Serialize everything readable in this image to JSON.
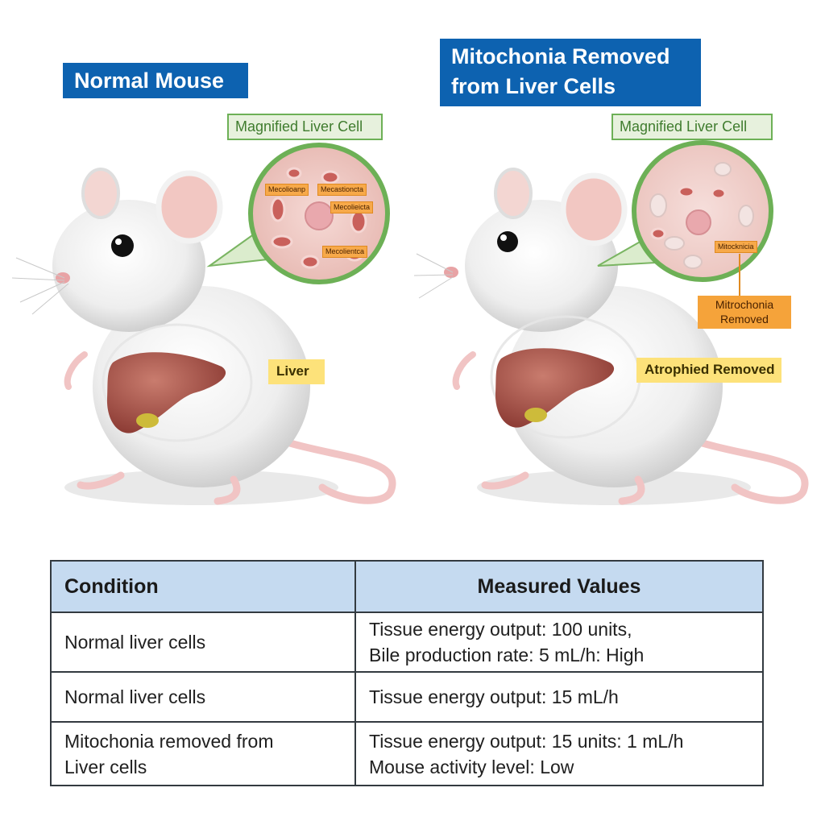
{
  "left_panel": {
    "title": "Normal Mouse",
    "magnified_label": "Magnified Liver Cell",
    "organ_label": "Liver",
    "cell_tags": [
      "Mecolioanp",
      "Mecastioncta",
      "Mecolieicta",
      "Mecolientca"
    ]
  },
  "right_panel": {
    "title_line1": "Mitochonia Removed",
    "title_line2": "from Liver Cells",
    "magnified_label": "Magnified Liver Cell",
    "organ_label": "Atrophied Removed",
    "cell_tag": "Mitocknicia",
    "callout_line1": "Mitrochonia",
    "callout_line2": "Removed"
  },
  "table": {
    "headers": [
      "Condition",
      "Measured Values"
    ],
    "rows": [
      {
        "condition": [
          "Normal liver cells"
        ],
        "values": [
          "Tissue energy output: 100 units,",
          "Bile production rate: 5 mL/h: High"
        ]
      },
      {
        "condition": [
          "Normal liver cells"
        ],
        "values": [
          "Tissue energy output: 15 mL/h"
        ]
      },
      {
        "condition": [
          "Mitochonia removed from",
          "Liver cells"
        ],
        "values": [
          "Tissue energy output: 15 units: 1 mL/h",
          "Mouse activity level: Low"
        ]
      }
    ]
  },
  "colors": {
    "title_bg": "#0d62b0",
    "green_label": "#6db056",
    "yellow_label": "#fde27a",
    "orange_label": "#f5a33a",
    "table_header_bg": "#c5daf0"
  }
}
